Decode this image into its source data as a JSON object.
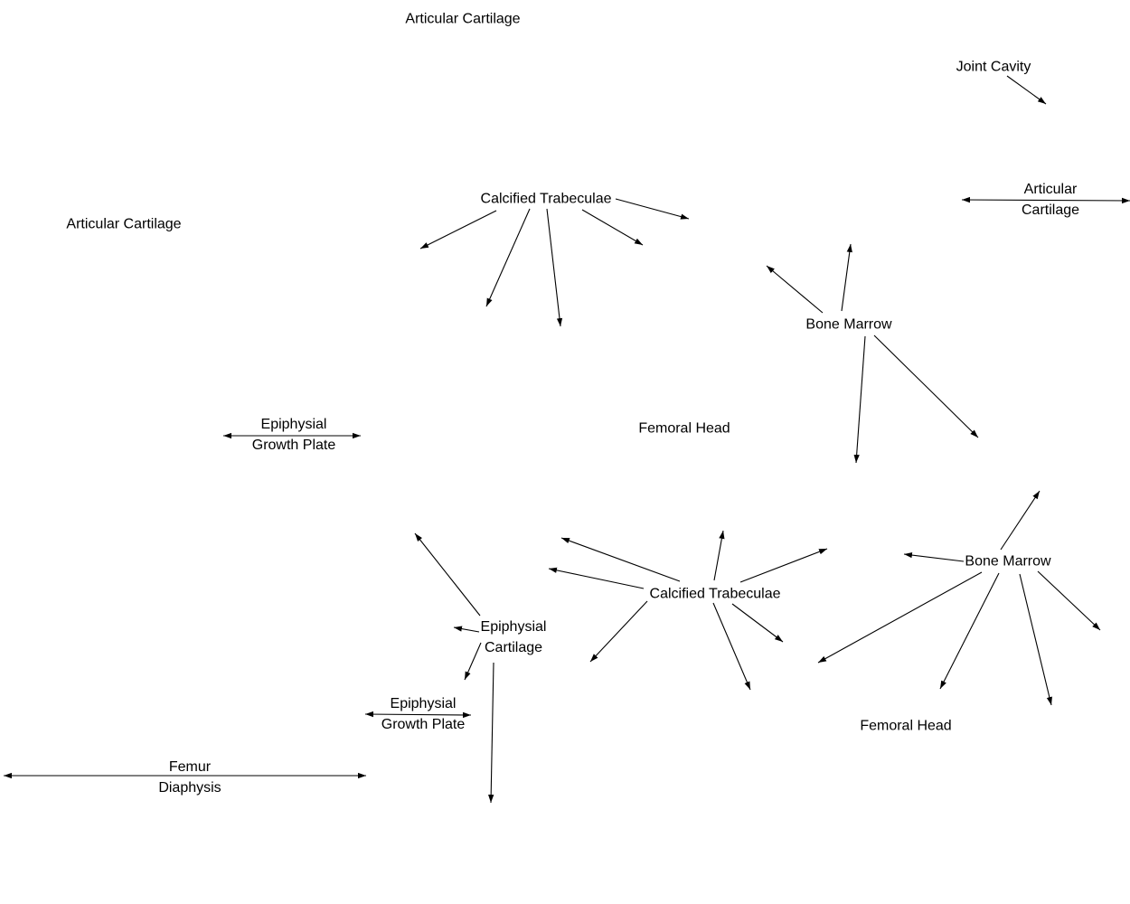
{
  "labels": {
    "articular_cartilage_top": "Articular Cartilage",
    "joint_cavity": "Joint Cavity",
    "articular_cartilage_right": [
      "Articular",
      "Cartilage"
    ],
    "articular_cartilage_left": "Articular Cartilage",
    "calcified_trabeculae_upper": "Calcified Trabeculae",
    "bone_marrow_upper": "Bone Marrow",
    "epiphysial_growth_plate_left": [
      "Epiphysial",
      "Growth Plate"
    ],
    "femoral_head_center": "Femoral Head",
    "bone_marrow_lower": "Bone Marrow",
    "calcified_trabeculae_lower": "Calcified Trabeculae",
    "epiphysial_cartilage": [
      "Epiphysial",
      "Cartilage"
    ],
    "epiphysial_growth_plate_lower": [
      "Epiphysial",
      "Growth Plate"
    ],
    "femoral_head_lower": "Femoral Head",
    "femur_diaphysis": [
      "Femur",
      "Diaphysis"
    ]
  }
}
